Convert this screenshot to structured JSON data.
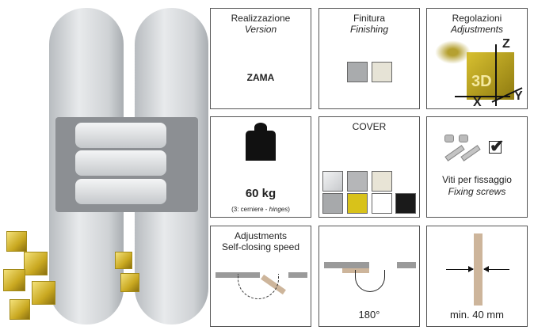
{
  "cells": {
    "version": {
      "title": "Realizzazione",
      "subtitle": "Version",
      "value": "ZAMA"
    },
    "finishing": {
      "title": "Finitura",
      "subtitle": "Finishing",
      "swatches": [
        "#a9abad",
        "#e6e3d6"
      ]
    },
    "adjustments": {
      "title": "Regolazioni",
      "subtitle": "Adjustments",
      "badge": "3D",
      "axes": [
        "Z",
        "X",
        "Y"
      ]
    },
    "load": {
      "value": "60 kg",
      "note_prefix": "(3: cerniere - ",
      "note_italic": "hinges",
      "note_suffix": ")"
    },
    "cover": {
      "title": "COVER",
      "swatches": [
        "#dcdde0",
        "#b5b6b8",
        "#e8e4d6",
        "#a7a9ab",
        "#d8c21a",
        "#ffffff",
        "#1a1a1a"
      ]
    },
    "screws": {
      "title": "Viti per fissaggio",
      "subtitle": "Fixing screws"
    },
    "self_closing": {
      "line1": "Adjustments",
      "line2": "Self-closing speed"
    },
    "opening": {
      "value": "180°"
    },
    "thickness": {
      "value": "min. 40 mm"
    }
  },
  "colors": {
    "door": "#9a9a9a",
    "leaf": "#cdb59b",
    "gold": "#c9a820"
  }
}
